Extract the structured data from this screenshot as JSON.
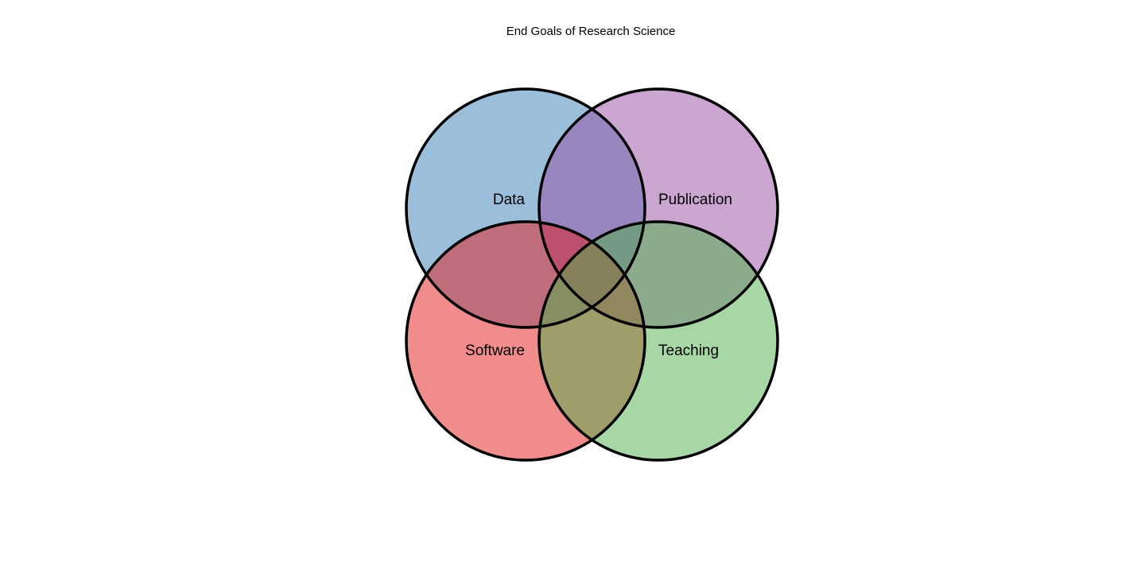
{
  "title": "End Goals of Research Science",
  "sets": [
    {
      "key": "data",
      "label": "Data",
      "color": "#377eb8"
    },
    {
      "key": "publication",
      "label": "Publication",
      "color": "#984ea3"
    },
    {
      "key": "software",
      "label": "Software",
      "color": "#e41a1c"
    },
    {
      "key": "teaching",
      "label": "Teaching",
      "color": "#4daf4a"
    }
  ]
}
